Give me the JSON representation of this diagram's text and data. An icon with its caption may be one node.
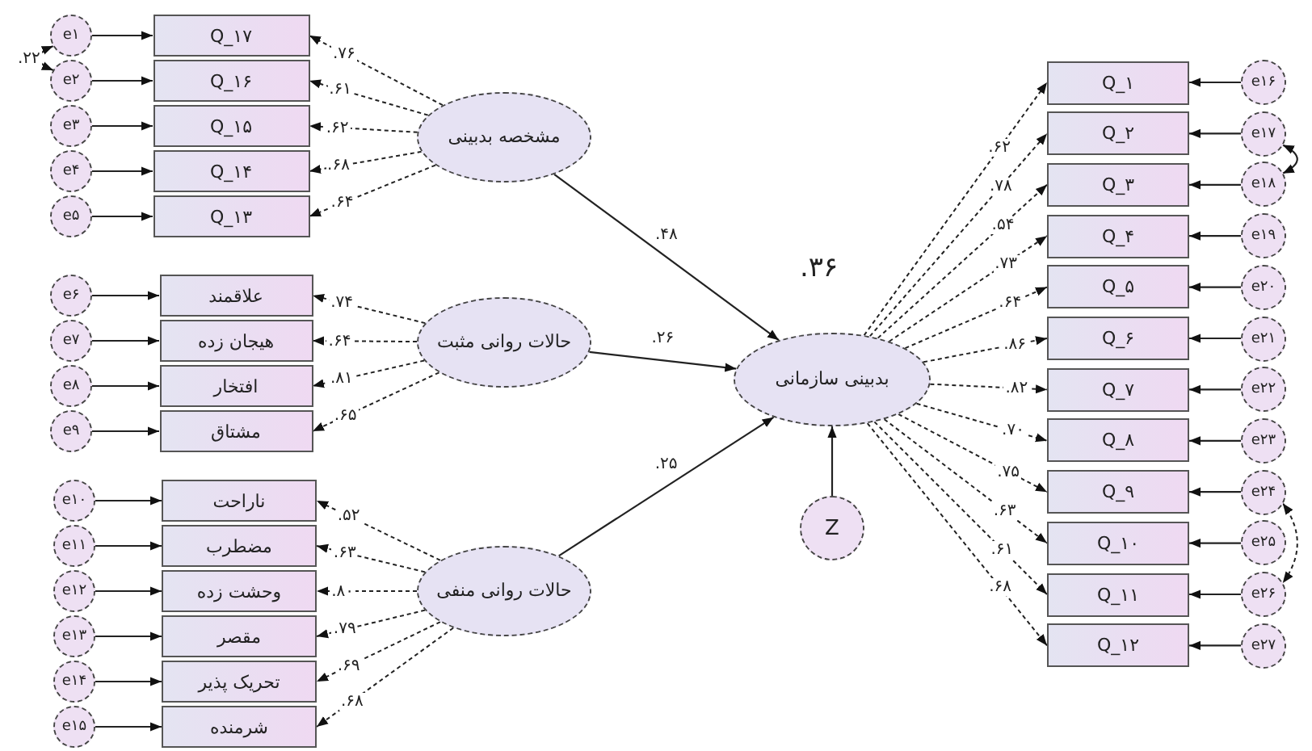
{
  "diagram": {
    "nodes": [
      {
        "text": [
          "مشخصه بدبینی"
        ]
      },
      {
        "text": [
          "Q_۱۷"
        ]
      },
      {
        "text": [
          "Q_۱۶"
        ]
      },
      {
        "text": [
          "Q_۱۵"
        ]
      },
      {
        "text": [
          "Q_۱۴"
        ]
      },
      {
        "text": [
          "Q_۱۳"
        ]
      },
      {
        "text": [
          "e۱"
        ]
      },
      {
        "text": [
          "e۲"
        ]
      },
      {
        "text": [
          "e۳"
        ]
      },
      {
        "text": [
          "e۴"
        ]
      },
      {
        "text": [
          "e۵"
        ]
      },
      {
        "text": [
          "حالات روانی مثبت"
        ]
      },
      {
        "text": [
          "علاقمند"
        ]
      },
      {
        "text": [
          "هیجان زده"
        ]
      },
      {
        "text": [
          "افتخار"
        ]
      },
      {
        "text": [
          "مشتاق"
        ]
      },
      {
        "text": [
          "e۶"
        ]
      },
      {
        "text": [
          "e۷"
        ]
      },
      {
        "text": [
          "e۸"
        ]
      },
      {
        "text": [
          "e۹"
        ]
      },
      {
        "text": [
          "حالات روانی منفی"
        ]
      },
      {
        "text": [
          "ناراحت"
        ]
      },
      {
        "text": [
          "مضطرب"
        ]
      },
      {
        "text": [
          "وحشت زده"
        ]
      },
      {
        "text": [
          "مقصر"
        ]
      },
      {
        "text": [
          "تحریک پذیر"
        ]
      },
      {
        "text": [
          "شرمنده"
        ]
      },
      {
        "text": [
          "e۱۰"
        ]
      },
      {
        "text": [
          "e۱۱"
        ]
      },
      {
        "text": [
          "e۱۲"
        ]
      },
      {
        "text": [
          "e۱۳"
        ]
      },
      {
        "text": [
          "e۱۴"
        ]
      },
      {
        "text": [
          "e۱۵"
        ]
      },
      {
        "text": [
          "بدبینی سازمانی"
        ],
        "beside": [
          ".۳۶"
        ]
      },
      {
        "text": [
          "Z"
        ]
      },
      {
        "text": [
          "Q_۱"
        ]
      },
      {
        "text": [
          "Q_۲"
        ]
      },
      {
        "text": [
          "Q_۳"
        ]
      },
      {
        "text": [
          "Q_۴"
        ]
      },
      {
        "text": [
          "Q_۵"
        ]
      },
      {
        "text": [
          "Q_۶"
        ]
      },
      {
        "text": [
          "Q_۷"
        ]
      },
      {
        "text": [
          "Q_۸"
        ]
      },
      {
        "text": [
          "Q_۹"
        ]
      },
      {
        "text": [
          "Q_۱۰"
        ]
      },
      {
        "text": [
          "Q_۱۱"
        ]
      },
      {
        "text": [
          "Q_۱۲"
        ]
      },
      {
        "text": [
          "e۱۶"
        ]
      },
      {
        "text": [
          "e۱۷"
        ]
      },
      {
        "text": [
          "e۱۸"
        ]
      },
      {
        "text": [
          "e۱۹"
        ]
      },
      {
        "text": [
          "e۲۰"
        ]
      },
      {
        "text": [
          "e۲۱"
        ]
      },
      {
        "text": [
          "e۲۲"
        ]
      },
      {
        "text": [
          "e۲۳"
        ]
      },
      {
        "text": [
          "e۲۴"
        ]
      },
      {
        "text": [
          "e۲۵"
        ]
      },
      {
        "text": [
          "e۲۶"
        ]
      },
      {
        "text": [
          "e۲۷"
        ]
      }
    ],
    "edges": [
      {
        "from": 0,
        "to": 1,
        "arrow": "to",
        "label": ".۷۶",
        "style": "dashed"
      },
      {
        "from": 0,
        "to": 2,
        "arrow": "to",
        "label": ".۶۱",
        "style": "dashed"
      },
      {
        "from": 0,
        "to": 3,
        "arrow": "to",
        "label": ".۶۲",
        "style": "dashed"
      },
      {
        "from": 0,
        "to": 4,
        "arrow": "to",
        "label": ".۶۸",
        "style": "dashed"
      },
      {
        "from": 0,
        "to": 5,
        "arrow": "to",
        "label": ".۶۴",
        "style": "dashed"
      },
      {
        "from": 6,
        "to": 1,
        "arrow": "to"
      },
      {
        "from": 7,
        "to": 2,
        "arrow": "to"
      },
      {
        "from": 8,
        "to": 3,
        "arrow": "to"
      },
      {
        "from": 9,
        "to": 4,
        "arrow": "to"
      },
      {
        "from": 10,
        "to": 5,
        "arrow": "to"
      },
      {
        "from": 6,
        "to": 7,
        "arrow": "both",
        "label": ".۲۲"
      },
      {
        "from": 11,
        "to": 12,
        "arrow": "to",
        "label": ".۷۴",
        "style": "dashed"
      },
      {
        "from": 11,
        "to": 13,
        "arrow": "to",
        "label": ".۶۴",
        "style": "dashed"
      },
      {
        "from": 11,
        "to": 14,
        "arrow": "to",
        "label": ".۸۱",
        "style": "dashed"
      },
      {
        "from": 11,
        "to": 15,
        "arrow": "to",
        "label": ".۶۵",
        "style": "dashed"
      },
      {
        "from": 16,
        "to": 12,
        "arrow": "to"
      },
      {
        "from": 17,
        "to": 13,
        "arrow": "to"
      },
      {
        "from": 18,
        "to": 14,
        "arrow": "to"
      },
      {
        "from": 19,
        "to": 15,
        "arrow": "to"
      },
      {
        "from": 20,
        "to": 21,
        "arrow": "to",
        "label": ".۵۲",
        "style": "dashed"
      },
      {
        "from": 20,
        "to": 22,
        "arrow": "to",
        "label": ".۶۳",
        "style": "dashed"
      },
      {
        "from": 20,
        "to": 23,
        "arrow": "to",
        "label": ".۸۰",
        "style": "dashed"
      },
      {
        "from": 20,
        "to": 24,
        "arrow": "to",
        "label": ".۷۹",
        "style": "dashed"
      },
      {
        "from": 20,
        "to": 25,
        "arrow": "to",
        "label": ".۶۹",
        "style": "dashed"
      },
      {
        "from": 20,
        "to": 26,
        "arrow": "to",
        "label": ".۶۸",
        "style": "dashed"
      },
      {
        "from": 27,
        "to": 21,
        "arrow": "to"
      },
      {
        "from": 28,
        "to": 22,
        "arrow": "to"
      },
      {
        "from": 29,
        "to": 23,
        "arrow": "to"
      },
      {
        "from": 30,
        "to": 24,
        "arrow": "to"
      },
      {
        "from": 31,
        "to": 25,
        "arrow": "to"
      },
      {
        "from": 32,
        "to": 26,
        "arrow": "to"
      },
      {
        "from": 0,
        "to": 33,
        "arrow": "to",
        "label": ".۴۸"
      },
      {
        "from": 11,
        "to": 33,
        "arrow": "to",
        "label": ".۲۶"
      },
      {
        "from": 20,
        "to": 33,
        "arrow": "to",
        "label": ".۲۵"
      },
      {
        "from": 34,
        "to": 33,
        "arrow": "to"
      },
      {
        "from": 33,
        "to": 35,
        "arrow": "to",
        "label": ".۶۲",
        "style": "dashed"
      },
      {
        "from": 33,
        "to": 36,
        "arrow": "to",
        "label": ".۷۸",
        "style": "dashed"
      },
      {
        "from": 33,
        "to": 37,
        "arrow": "to",
        "label": ".۵۴",
        "style": "dashed"
      },
      {
        "from": 33,
        "to": 38,
        "arrow": "to",
        "label": ".۷۳",
        "style": "dashed"
      },
      {
        "from": 33,
        "to": 39,
        "arrow": "to",
        "label": ".۶۴",
        "style": "dashed"
      },
      {
        "from": 33,
        "to": 40,
        "arrow": "to",
        "label": ".۸۶",
        "style": "dashed"
      },
      {
        "from": 33,
        "to": 41,
        "arrow": "to",
        "label": ".۸۲",
        "style": "dashed"
      },
      {
        "from": 33,
        "to": 42,
        "arrow": "to",
        "label": ".۷۰",
        "style": "dashed"
      },
      {
        "from": 33,
        "to": 43,
        "arrow": "to",
        "label": ".۷۵",
        "style": "dashed"
      },
      {
        "from": 33,
        "to": 44,
        "arrow": "to",
        "label": ".۶۳",
        "style": "dashed"
      },
      {
        "from": 33,
        "to": 45,
        "arrow": "to",
        "label": ".۶۱",
        "style": "dashed"
      },
      {
        "from": 33,
        "to": 46,
        "arrow": "to",
        "label": ".۶۸",
        "style": "dashed"
      },
      {
        "from": 47,
        "to": 35,
        "arrow": "to"
      },
      {
        "from": 48,
        "to": 36,
        "arrow": "to"
      },
      {
        "from": 49,
        "to": 37,
        "arrow": "to"
      },
      {
        "from": 50,
        "to": 38,
        "arrow": "to"
      },
      {
        "from": 51,
        "to": 39,
        "arrow": "to"
      },
      {
        "from": 52,
        "to": 40,
        "arrow": "to"
      },
      {
        "from": 53,
        "to": 41,
        "arrow": "to"
      },
      {
        "from": 54,
        "to": 42,
        "arrow": "to"
      },
      {
        "from": 55,
        "to": 43,
        "arrow": "to"
      },
      {
        "from": 56,
        "to": 44,
        "arrow": "to"
      },
      {
        "from": 57,
        "to": 45,
        "arrow": "to"
      },
      {
        "from": 58,
        "to": 46,
        "arrow": "to"
      },
      {
        "from": 48,
        "to": 49,
        "arrow": "both"
      },
      {
        "from": 55,
        "to": 57,
        "arrow": "both",
        "style": "dashed"
      }
    ]
  }
}
